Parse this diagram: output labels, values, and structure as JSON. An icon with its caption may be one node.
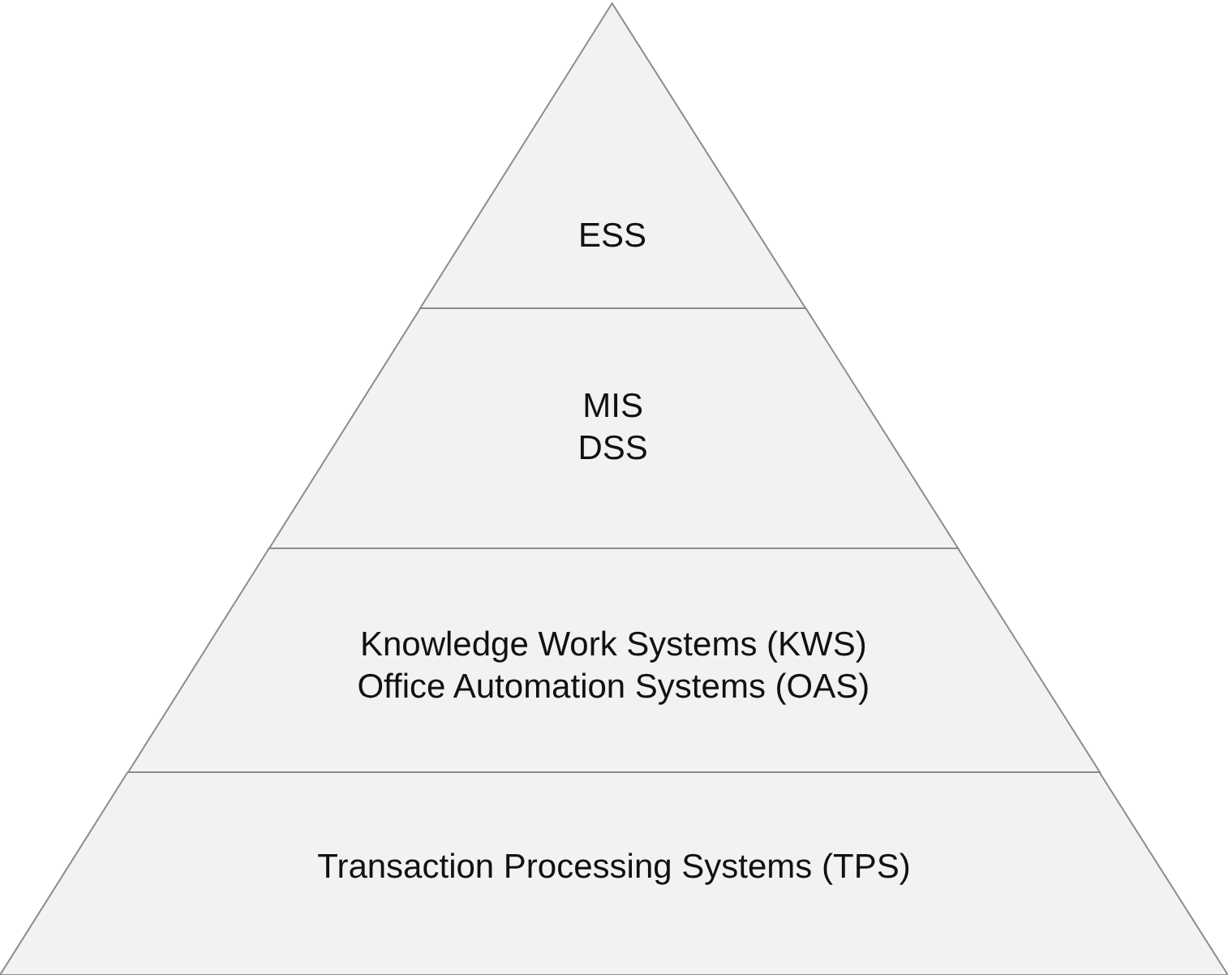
{
  "diagram": {
    "nodes": [
      {
        "text": [
          "ESS"
        ]
      },
      {
        "text": [
          "MIS",
          "DSS"
        ]
      },
      {
        "text": [
          "Knowledge Work Systems (KWS)",
          "Office Automation Systems (OAS)"
        ]
      },
      {
        "text": [
          "Transaction Processing Systems (TPS)"
        ]
      }
    ]
  }
}
